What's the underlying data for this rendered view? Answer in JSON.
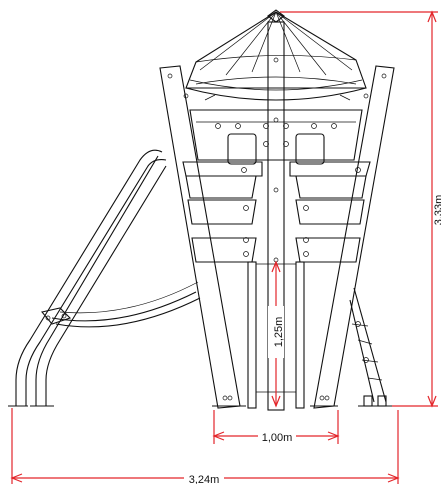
{
  "dimensions": {
    "total_width": "3,24m",
    "deck_opening_width": "1,00m",
    "deck_height": "1,25m",
    "total_height": "3,33m"
  },
  "colors": {
    "dimension_line": "#e3262b",
    "drawing_ink": "#111111",
    "background": "#ffffff"
  }
}
